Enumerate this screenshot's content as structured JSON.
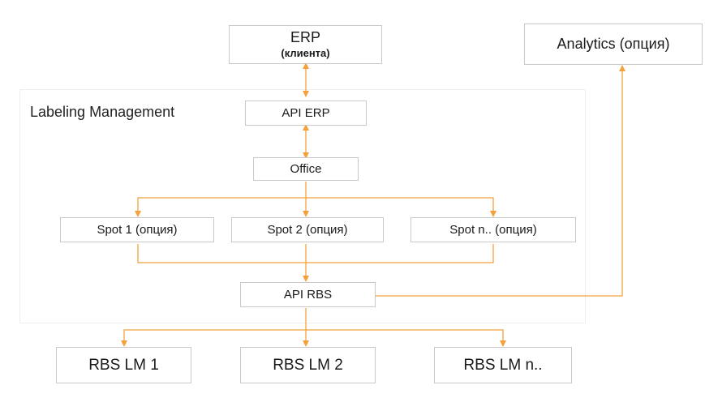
{
  "nodes": {
    "erp": {
      "title": "ERP",
      "subtitle": "(клиента)"
    },
    "analytics": {
      "title": "Analytics (опция)"
    },
    "region": {
      "title": "Labeling Management"
    },
    "api_erp": {
      "title": "API ERP"
    },
    "office": {
      "title": "Office"
    },
    "spots": [
      {
        "title": "Spot 1 (опция)"
      },
      {
        "title": "Spot 2 (опция)"
      },
      {
        "title": "Spot n.. (опция)"
      }
    ],
    "api_rbs": {
      "title": "API RBS"
    },
    "rbs_lm": [
      {
        "title": "RBS LM 1"
      },
      {
        "title": "RBS LM 2"
      },
      {
        "title": "RBS LM n.."
      }
    ]
  },
  "colors": {
    "connector": "#f4a13b",
    "box_border": "#c9c9c9",
    "region_border": "#eeeeee",
    "text": "#1a1a1a"
  }
}
